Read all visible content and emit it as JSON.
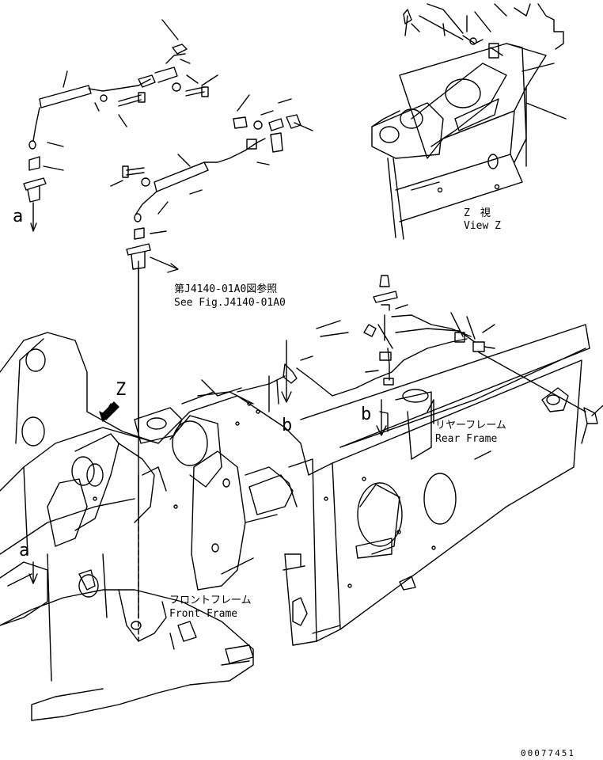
{
  "labels": {
    "view_z_jp": "Z　視",
    "view_z_en": "View Z",
    "see_fig_jp": "第J4140-01A0図参照",
    "see_fig_en": "See Fig.J4140-01A0",
    "rear_frame_jp": "リヤーフレーム",
    "rear_frame_en": "Rear Frame",
    "front_frame_jp": "フロントフレーム",
    "front_frame_en": "Front Frame",
    "marker_a": "a",
    "marker_b": "b",
    "marker_z": "Z",
    "drawing_number": "00077451"
  },
  "colors": {
    "line": "#000000",
    "background": "#ffffff"
  }
}
